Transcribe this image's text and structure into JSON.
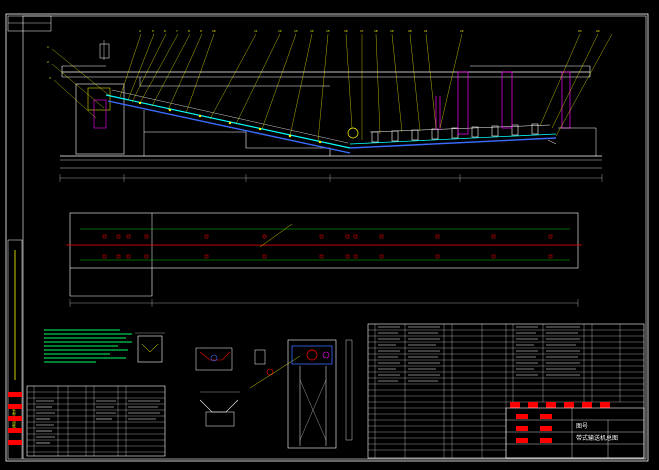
{
  "drawing": {
    "colors": {
      "background": "#000000",
      "frame": "#ffffff",
      "structure": "#ffffff",
      "belt": "#00ffff",
      "leaders": "#ffff00",
      "centerline": "#ff0000",
      "foundation": "#00ff00",
      "supports": "#ff00ff",
      "detail": "#3a6cff",
      "table_text": "#ffffff",
      "highlight": "#ff0000"
    },
    "balloons": [
      "1",
      "2",
      "3",
      "4",
      "5",
      "6",
      "7",
      "8",
      "9",
      "10",
      "11",
      "12",
      "13",
      "14",
      "15",
      "16",
      "17",
      "18",
      "19",
      "20",
      "21",
      "22",
      "23",
      "24"
    ],
    "title_block": {
      "label_a": "图号",
      "label_b": "带式输送机总图"
    },
    "left_strip_label": "说明及技术要求"
  }
}
